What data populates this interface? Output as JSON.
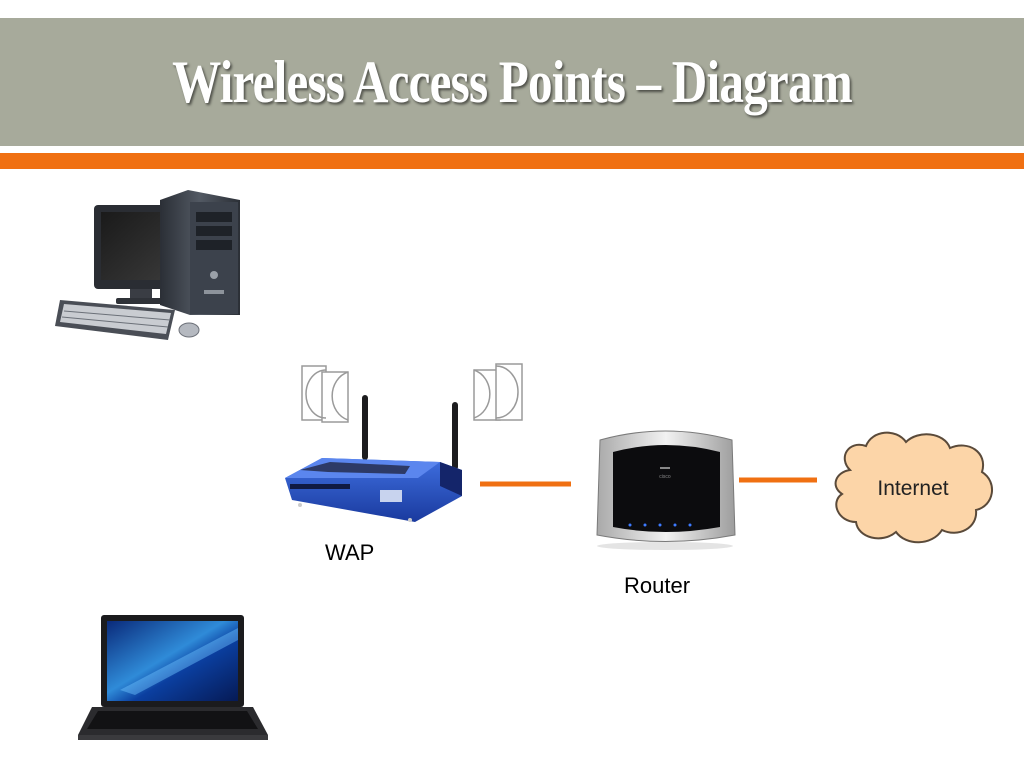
{
  "title": "Wireless Access Points – Diagram",
  "nodes": {
    "wap": {
      "label": "WAP",
      "icon": "wireless-router-icon"
    },
    "router": {
      "label": "Router",
      "icon": "router-icon"
    },
    "internet": {
      "label": "Internet",
      "icon": "cloud-icon"
    },
    "desktop": {
      "icon": "desktop-computer-icon"
    },
    "laptop": {
      "icon": "laptop-icon"
    }
  },
  "edges": [
    {
      "from": "wap",
      "to": "router"
    },
    {
      "from": "router",
      "to": "internet"
    }
  ],
  "colors": {
    "title_band": "#a7aa9b",
    "accent": "#f07012",
    "cloud_fill": "#fcd5a8",
    "router_body": "#1e4fc8"
  }
}
